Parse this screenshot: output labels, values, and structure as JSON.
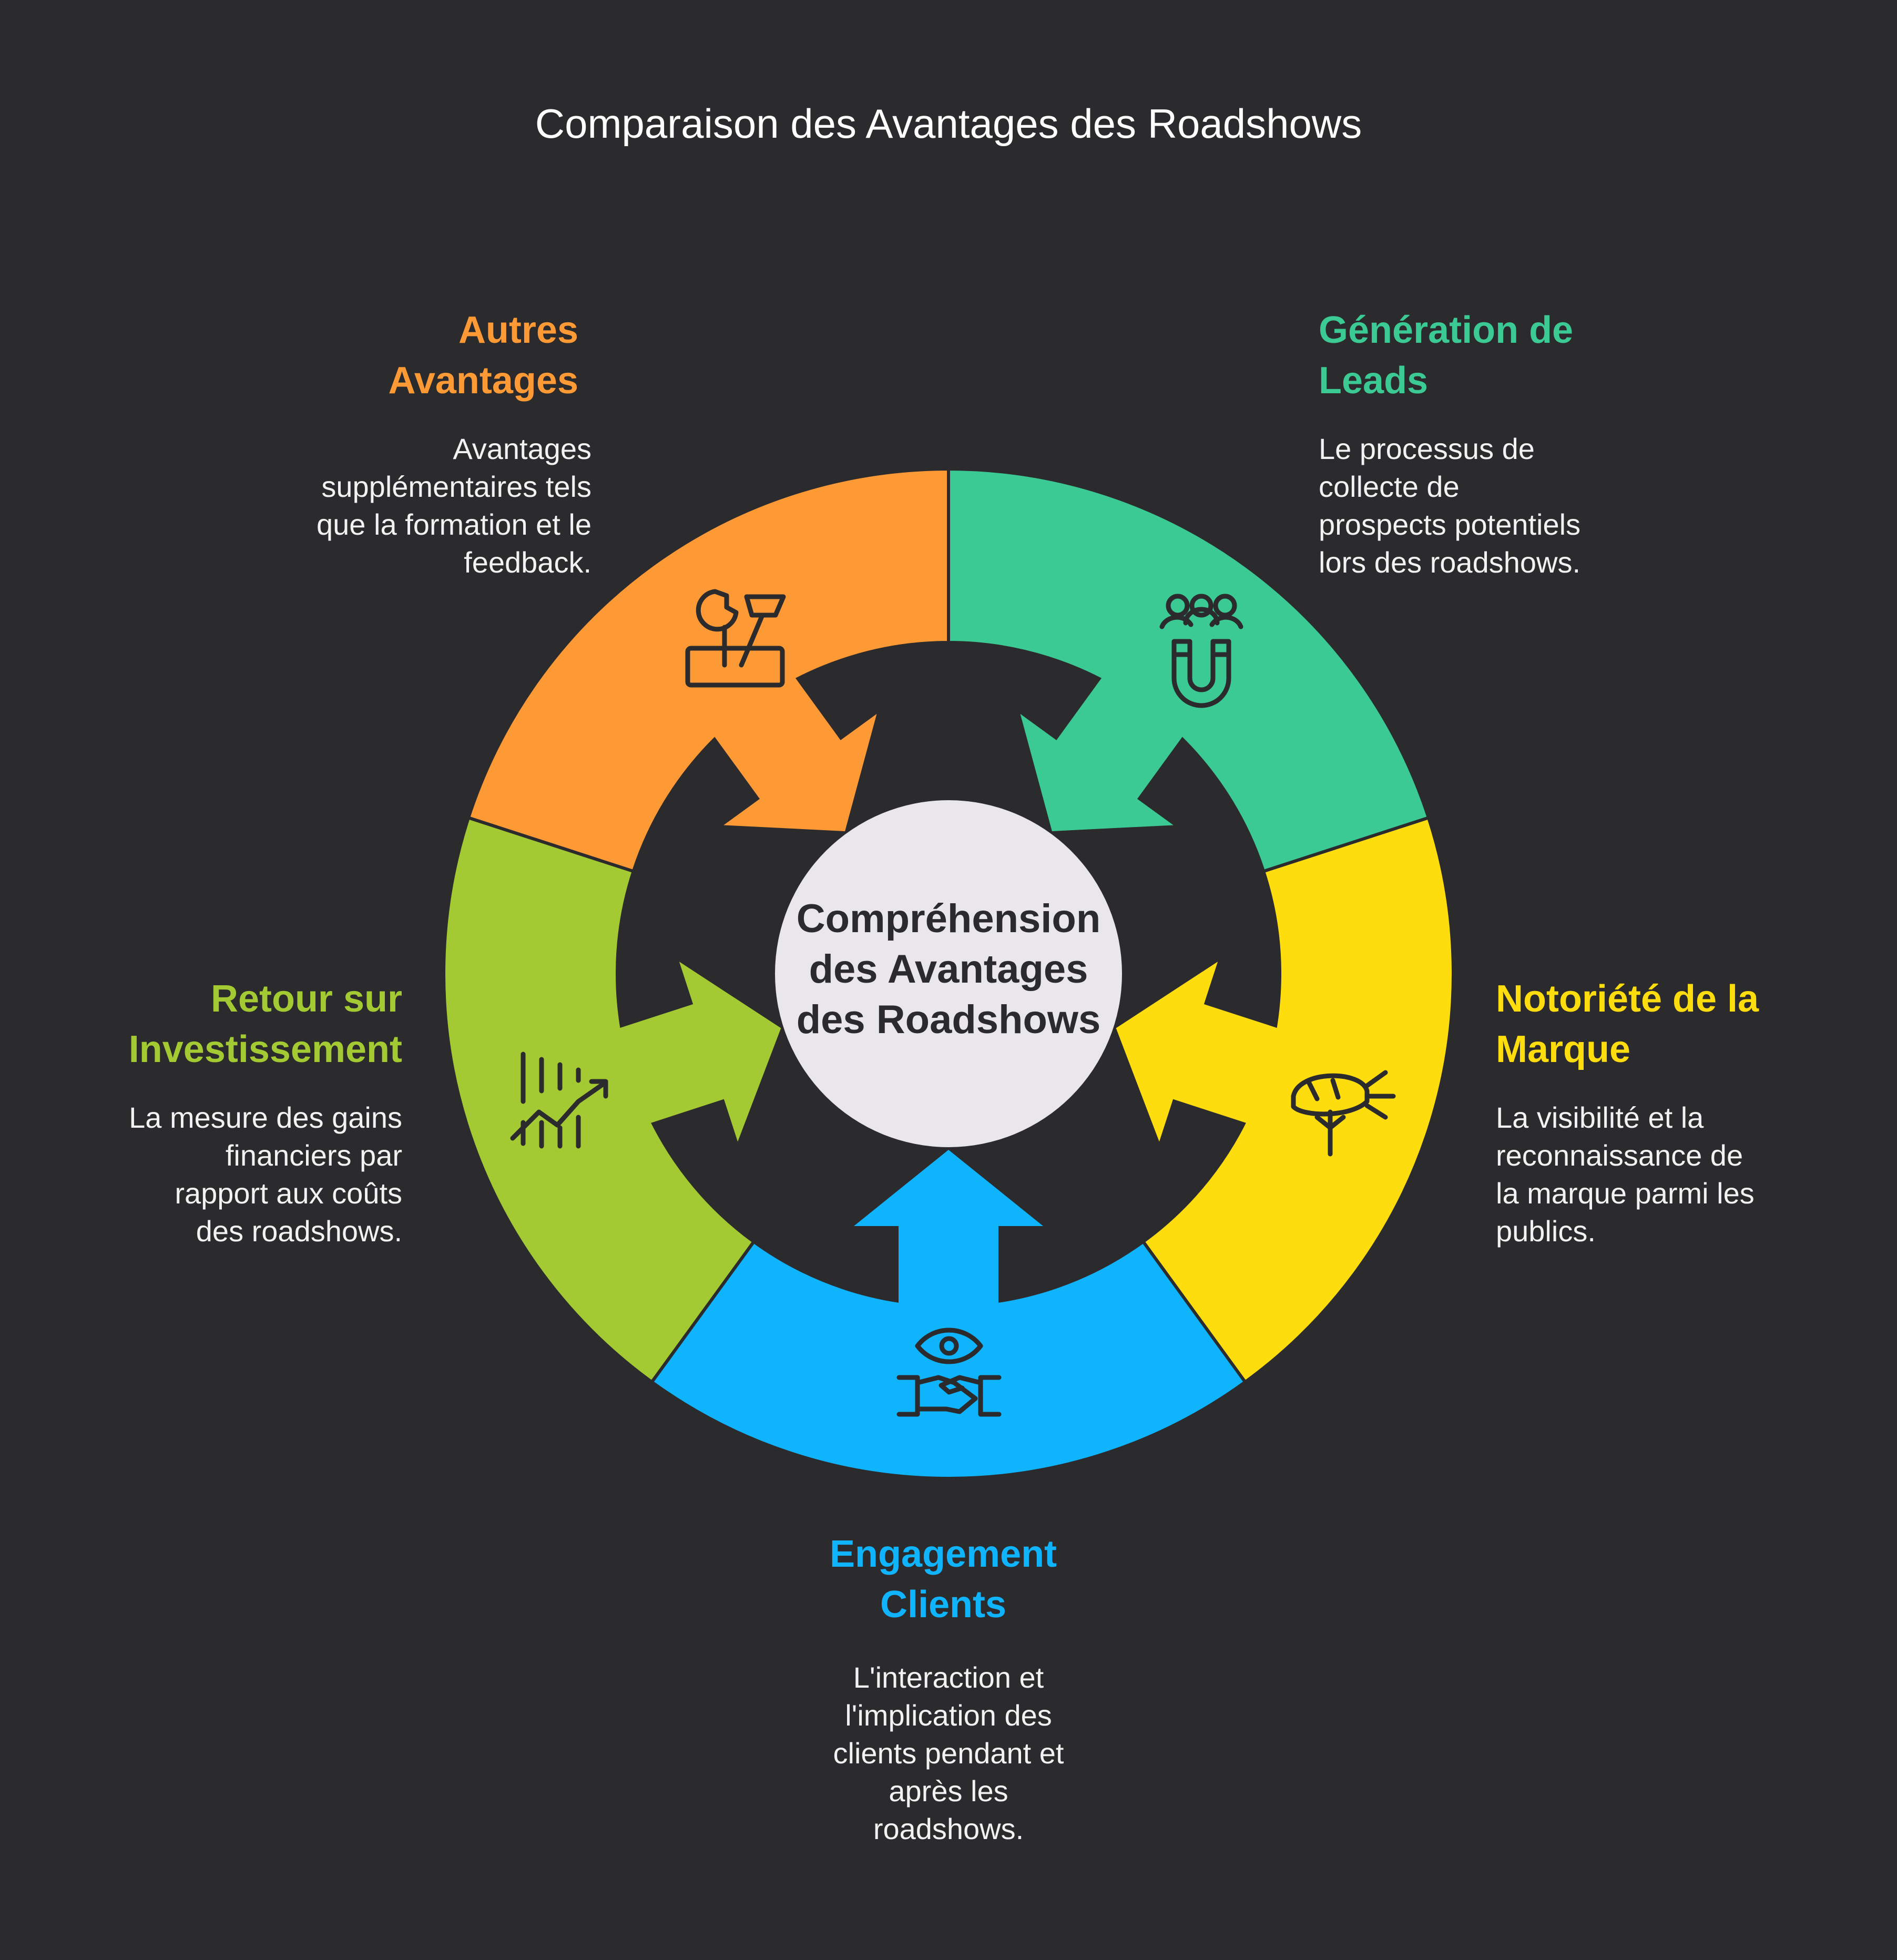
{
  "title": "Comparaison des Avantages des Roadshows",
  "center": {
    "line1": "Compréhension",
    "line2": "des Avantages",
    "line3": "des Roadshows"
  },
  "segments": [
    {
      "id": "autres",
      "title1": "Autres",
      "title2": "Avantages",
      "desc": [
        "Avantages",
        "supplémentaires tels",
        "que la formation et le",
        "feedback."
      ],
      "color": "#fd9a35",
      "icon": "tools-box-icon"
    },
    {
      "id": "leads",
      "title1": "Génération de",
      "title2": "Leads",
      "desc": [
        "Le processus de",
        "collecte de",
        "prospects potentiels",
        "lors des roadshows."
      ],
      "color": "#3bc994",
      "icon": "magnet-people-icon"
    },
    {
      "id": "notoriete",
      "title1": "Notoriété de la",
      "title2": "Marque",
      "desc": [
        "La visibilité et la",
        "reconnaissance de",
        "la marque parmi les",
        "publics."
      ],
      "color": "#fedd0e",
      "icon": "carrot-icon"
    },
    {
      "id": "engagement",
      "title1": "Engagement",
      "title2": "Clients",
      "desc": [
        "L'interaction et",
        "l'implication des",
        "clients pendant et",
        "après les",
        "roadshows."
      ],
      "color": "#0fb4fc",
      "icon": "eye-handshake-icon"
    },
    {
      "id": "roi",
      "title1": "Retour sur",
      "title2": "Investissement",
      "desc": [
        "La mesure des gains",
        "financiers par",
        "rapport aux coûts",
        "des roadshows."
      ],
      "color": "#a3c933",
      "icon": "growth-chart-icon"
    }
  ],
  "colors": {
    "background": "#2b2a2d",
    "center_fill": "#e9e7ea",
    "text_light": "#f2f2f2"
  }
}
